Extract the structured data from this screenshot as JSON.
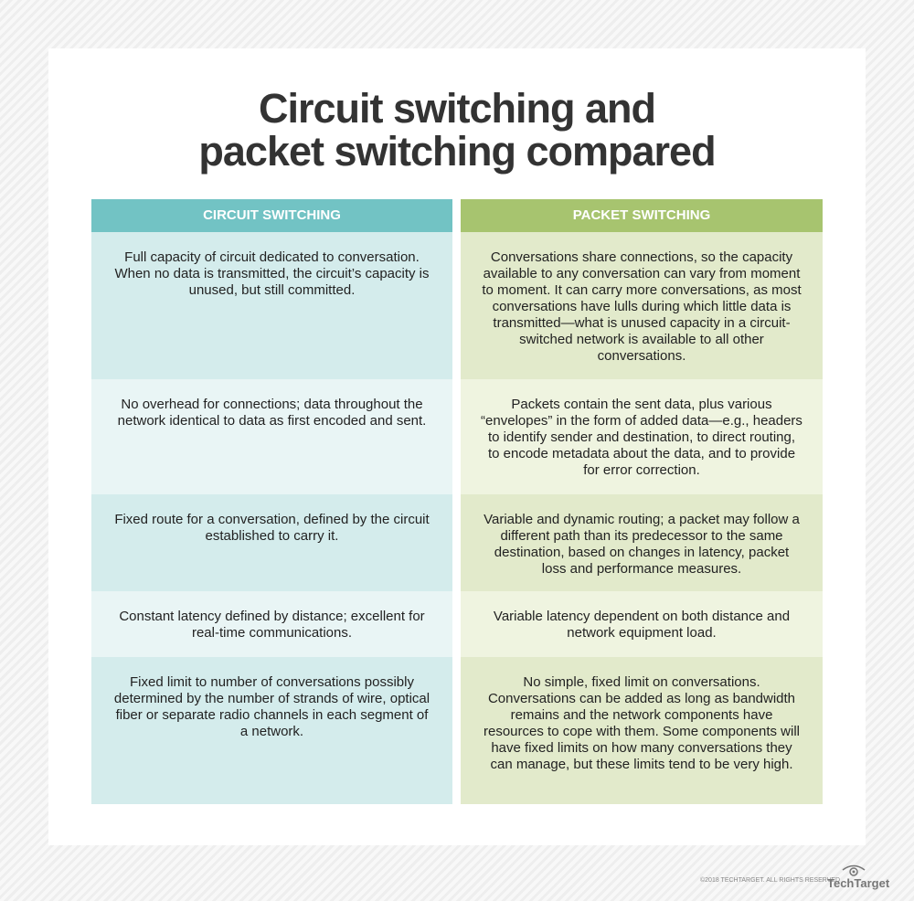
{
  "title_line1": "Circuit switching and",
  "title_line2": "packet switching compared",
  "circuit": {
    "header": "CIRCUIT SWITCHING",
    "rows": [
      "Full capacity of circuit dedicated to conversation. When no data is transmitted, the circuit’s capacity is unused, but still committed.",
      "No overhead for connections; data throughout the network identical to data as first encoded and sent.",
      "Fixed route for a conversation, defined by the circuit established to carry it.",
      "Constant latency defined by distance; excellent for real-time communications.",
      "Fixed limit to number of conversations possibly determined by the number of strands of wire, optical fiber or separate radio channels in each segment of a network."
    ]
  },
  "packet": {
    "header": "PACKET SWITCHING",
    "rows": [
      "Conversations share connections, so the capacity available to any conversation can vary from moment to moment. It can carry more conversations, as most conversations have lulls during which little data is transmitted—what is unused capacity in a circuit-switched network is available to all other conversations.",
      "Packets contain the sent data, plus various “envelopes” in the form of added data—e.g., headers to identify sender and destination, to direct routing, to encode metadata about the data, and to provide for error correction.",
      "Variable and dynamic routing; a packet may follow a different path than its predecessor to the same destination, based on changes in latency, packet loss and performance measures.",
      "Variable latency dependent on both distance and network equipment load.",
      "No simple, fixed limit on conversations. Conversations can be added as long as bandwidth remains and the network components have resources to cope with them. Some components will have fixed limits on how many conversations they can manage, but these limits tend to be very high."
    ]
  },
  "footer": {
    "copyright": "©2018 TECHTARGET. ALL RIGHTS RESERVED",
    "logo": "TechTarget"
  }
}
